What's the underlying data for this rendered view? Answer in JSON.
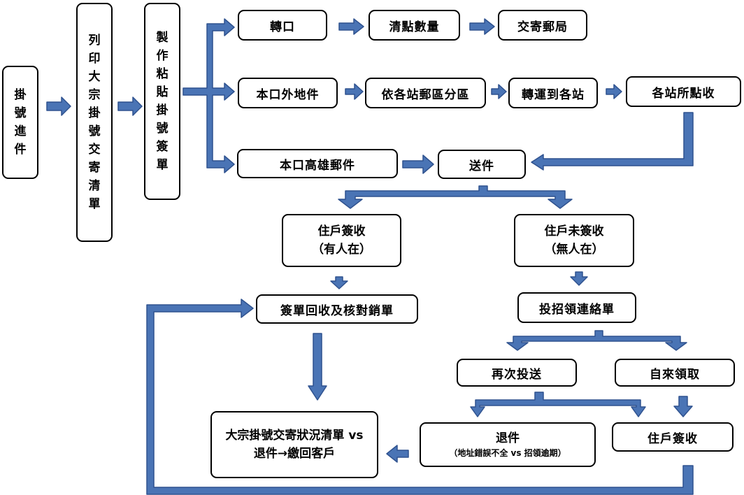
{
  "nodes": {
    "registered_incoming": "掛號進件",
    "print_list": "列印大宗掛號交寄清單",
    "make_labels": "製作粘貼掛號簽單",
    "transit": "轉口",
    "count_qty": "清點數量",
    "deliver_post": "交寄郵局",
    "local_external": "本口外地件",
    "sort_by_zip": "依各站郵區分區",
    "transfer_stations": "轉運到各站",
    "station_check": "各站所點收",
    "local_kaohsiung": "本口高雄郵件",
    "delivery": "送件",
    "signed_line1": "住戶簽收",
    "signed_line2": "（有人在）",
    "unsigned_line1": "住戶未簽收",
    "unsigned_line2": "（無人在）",
    "receipt_return": "簽單回收及核對銷單",
    "notice": "投招領連絡單",
    "redeliver": "再次投送",
    "self_pickup": "自來領取",
    "returned_main": "退件",
    "returned_sub": "（地址錯誤不全 vs 招領逾期）",
    "resident_signed": "住戶簽收",
    "final_line1": "大宗掛號交寄狀況清單 vs",
    "final_line2": "退件→繳回客戶"
  },
  "colors": {
    "arrow_fill": "#4a74b5",
    "arrow_stroke": "#2f528f",
    "box_border": "#000000"
  }
}
